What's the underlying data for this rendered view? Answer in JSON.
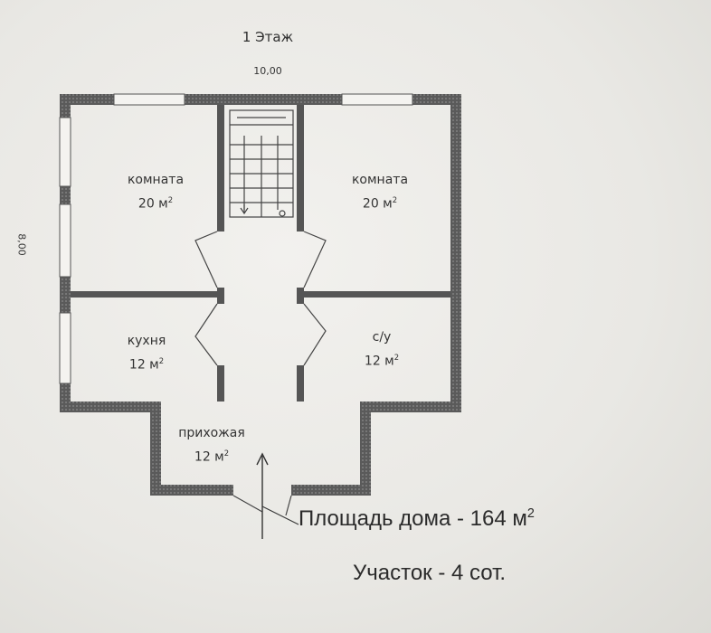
{
  "header": {
    "floor_title": "1 Этаж",
    "width_dimension": "10,00",
    "depth_dimension": "8,00"
  },
  "rooms": [
    {
      "name": "комната",
      "area_value": "20 м",
      "area_sup": "2"
    },
    {
      "name": "комната",
      "area_value": "20 м",
      "area_sup": "2"
    },
    {
      "name": "кухня",
      "area_value": "12 м",
      "area_sup": "2"
    },
    {
      "name": "с/у",
      "area_value": "12 м",
      "area_sup": "2"
    },
    {
      "name": "прихожая",
      "area_value": "12 м",
      "area_sup": "2"
    }
  ],
  "summary": {
    "house_area_text": "Площадь дома - 164 м",
    "house_area_sup": "2",
    "plot_text": "Участок - 4 сот."
  },
  "colors": {
    "wall_fill": "#555555",
    "line": "#3a3a3a",
    "paper": "#ecebe8"
  }
}
